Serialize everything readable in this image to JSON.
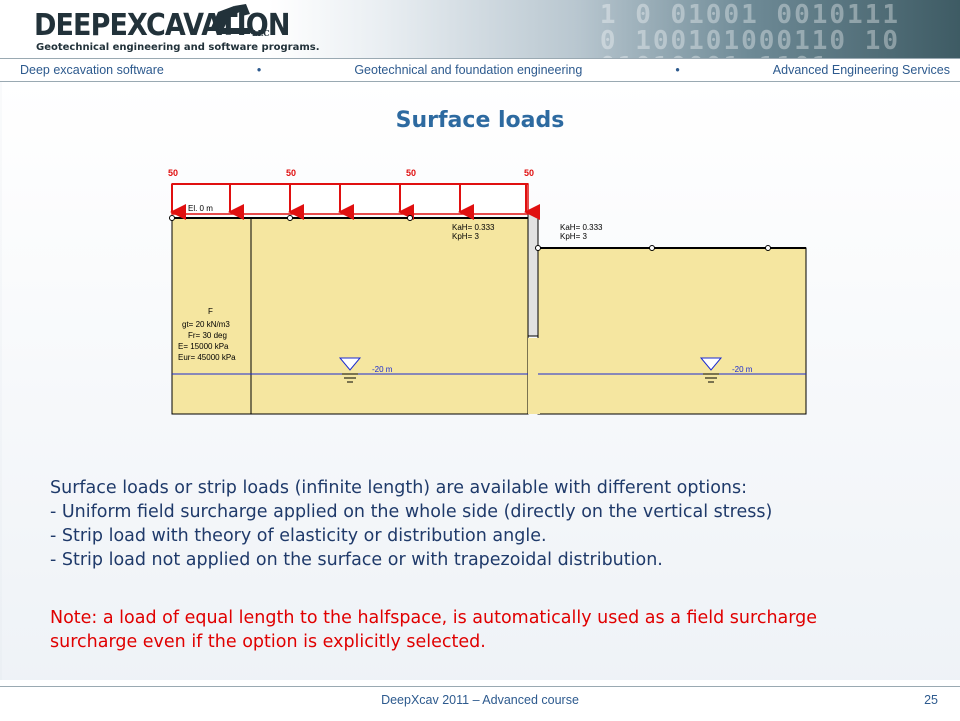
{
  "header": {
    "logo_text": "DEEPEXCAVATION",
    "logo_suffix": "LLC",
    "tagline": "Geotechnical engineering and software programs.",
    "binary_deco": "10 01001001011100\n0100101000110\n010100011101"
  },
  "nav": {
    "left": "Deep excavation software",
    "sep1": "•",
    "center": "Geotechnical and foundation engineering",
    "sep2": "•",
    "right": "Advanced Engineering Services"
  },
  "title": "Surface loads",
  "diagram": {
    "load_labels": [
      "50",
      "50",
      "50",
      "50"
    ],
    "elevation_label": "El. 0 m",
    "left_side": {
      "kah": "KaH= 0.333",
      "kph": "KpH= 3"
    },
    "right_side": {
      "kah": "KaH= 0.333",
      "kph": "KpH= 3"
    },
    "soil": {
      "name": "F",
      "gt": "gt= 20 kN/m3",
      "fr": "Fr= 30 deg",
      "e": "E= 15000 kPa",
      "eur": "Eur= 45000 kPa"
    },
    "water_left": "-20 m",
    "water_right": "-20 m",
    "colors": {
      "soil": "#f5e6a0",
      "load": "#e01010",
      "water": "#1a2ad0",
      "wall": "#e2e2e2"
    }
  },
  "body_lines": [
    "Surface loads or strip loads (infinite length) are available with different options:",
    "- Uniform field surcharge applied on the whole side (directly on the vertical stress)",
    "- Strip load with theory of elasticity or distribution angle.",
    "- Strip load not applied on the surface or with trapezoidal distribution."
  ],
  "note_lines": [
    "Note: a load of equal length to the halfspace, is automatically used as a field surcharge",
    "surcharge even if the option is explicitly selected."
  ],
  "footer": {
    "course": "DeepXcav 2011 – Advanced course",
    "page": "25"
  }
}
